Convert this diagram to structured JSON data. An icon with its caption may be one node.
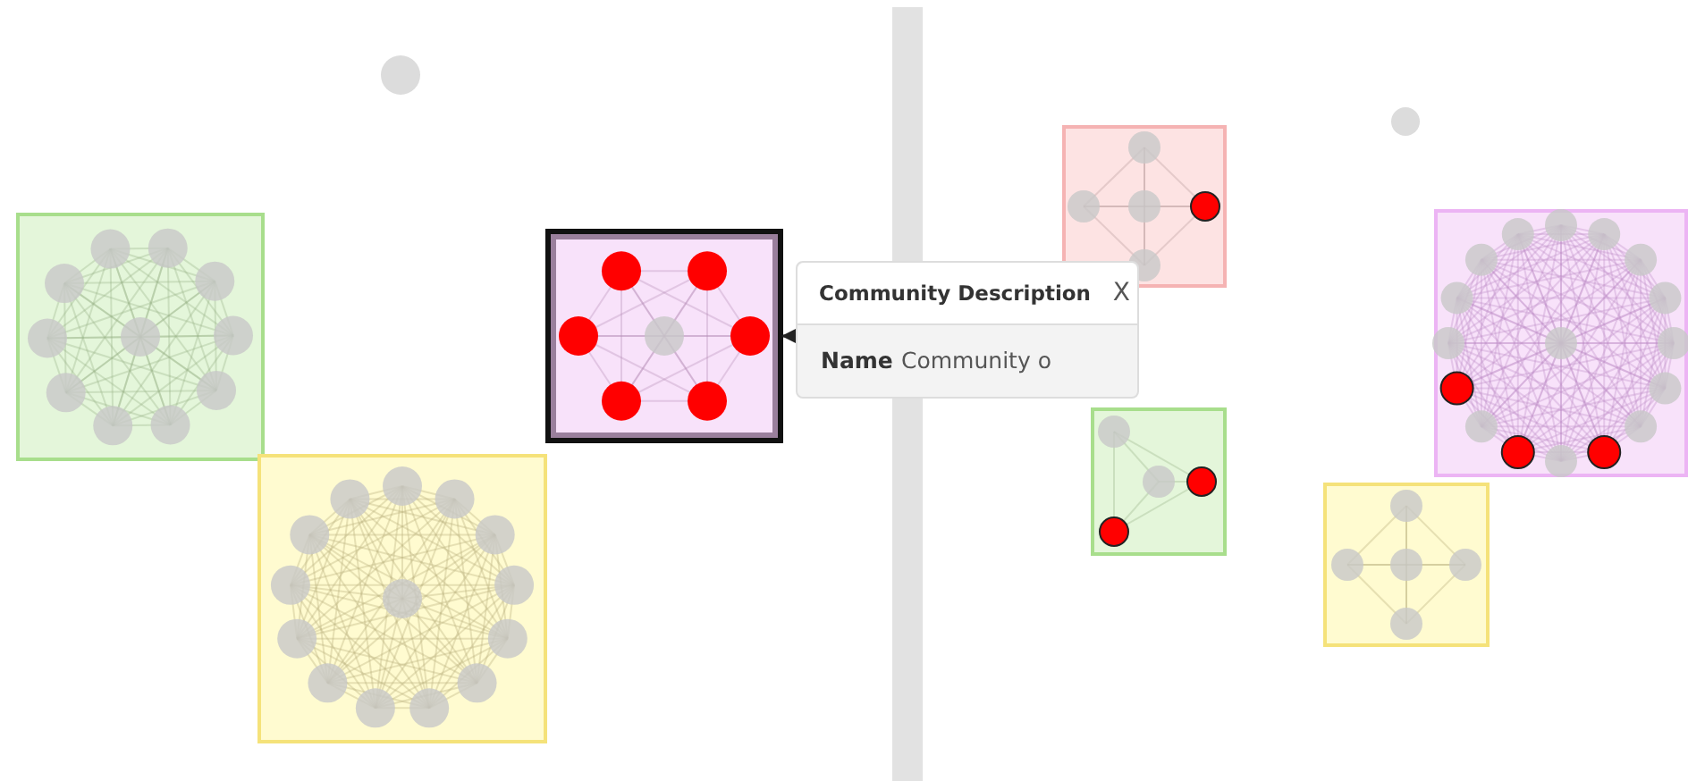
{
  "diagram": {
    "nodes": [
      {
        "text": [
          "Community Description",
          "X",
          "Name",
          "Community o"
        ]
      },
      {
        "text": [],
        "shape": "box"
      },
      {
        "text": [],
        "shape": "bar"
      }
    ],
    "edges": [
      {
        "from": 0,
        "to": 1,
        "arrow": "to"
      }
    ]
  }
}
